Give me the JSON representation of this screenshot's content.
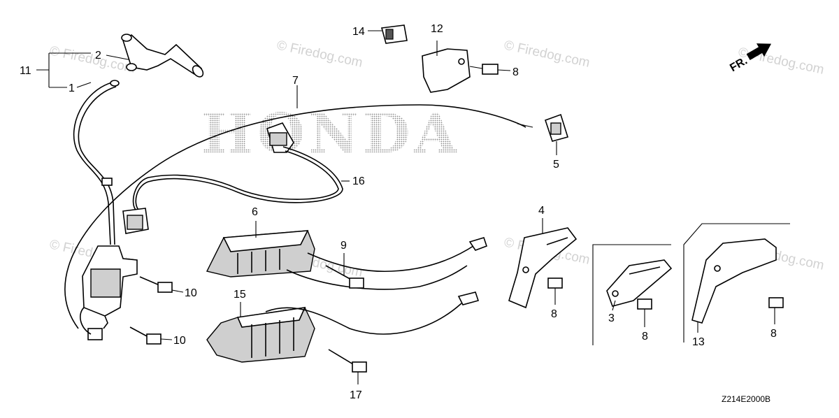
{
  "brand_watermark": "HONDA",
  "watermark_text": "© Firedog.com",
  "direction_indicator": "FR.",
  "diagram_code": "Z214E2000B",
  "callouts": {
    "c1": "1",
    "c2": "2",
    "c3": "3",
    "c4": "4",
    "c5": "5",
    "c6": "6",
    "c7": "7",
    "c8a": "8",
    "c8b": "8",
    "c8c": "8",
    "c8d": "8",
    "c9": "9",
    "c10a": "10",
    "c10b": "10",
    "c11": "11",
    "c12": "12",
    "c13": "13",
    "c14": "14",
    "c15": "15",
    "c16": "16",
    "c17": "17"
  }
}
